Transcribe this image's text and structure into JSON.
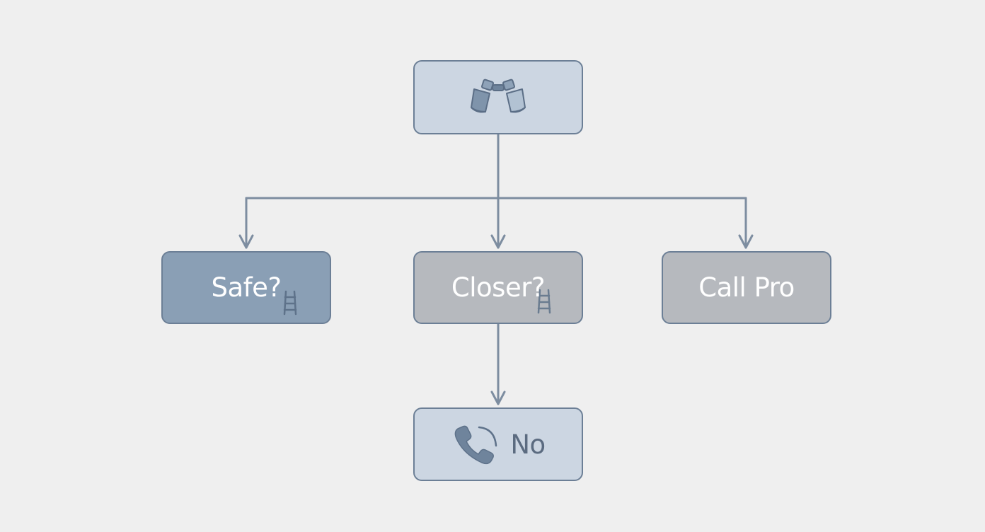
{
  "nodes": {
    "top": {
      "icon": "binoculars-icon"
    },
    "safe": {
      "label": "Safe?",
      "icon": "ladder-icon"
    },
    "closer": {
      "label": "Closer?",
      "icon": "ladder-icon"
    },
    "call_pro": {
      "label": "Call Pro"
    },
    "no": {
      "label": "No",
      "icon": "phone-icon"
    }
  },
  "colors": {
    "background": "#efefef",
    "connector": "#7d8da0",
    "border": "#6c7f96",
    "node_light_blue": "#ccd6e2",
    "node_mid_blue": "#8a9fb5",
    "node_gray": "#b6b9be",
    "icon": "#6f849c"
  }
}
